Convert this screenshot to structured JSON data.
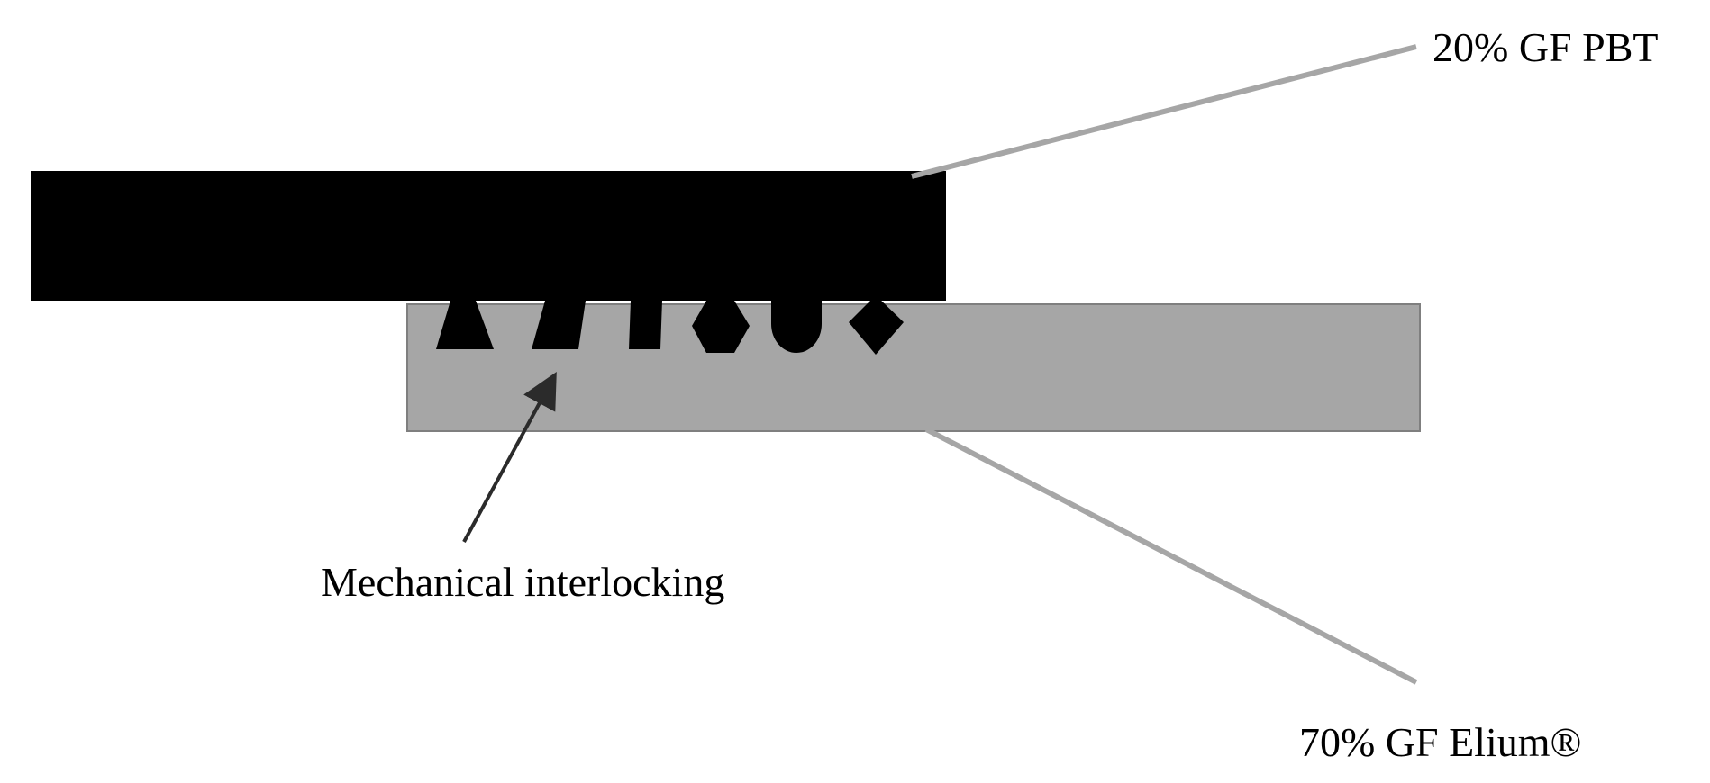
{
  "labels": {
    "top_material": "20% GF PBT",
    "bottom_material": "70% GF Elium®",
    "interlock": "Mechanical interlocking"
  },
  "colors": {
    "top_part": "#000000",
    "bottom_part": "#a6a6a6",
    "leader_line": "#a6a6a6",
    "arrow": "#2b2b2b",
    "text": "#000000"
  }
}
